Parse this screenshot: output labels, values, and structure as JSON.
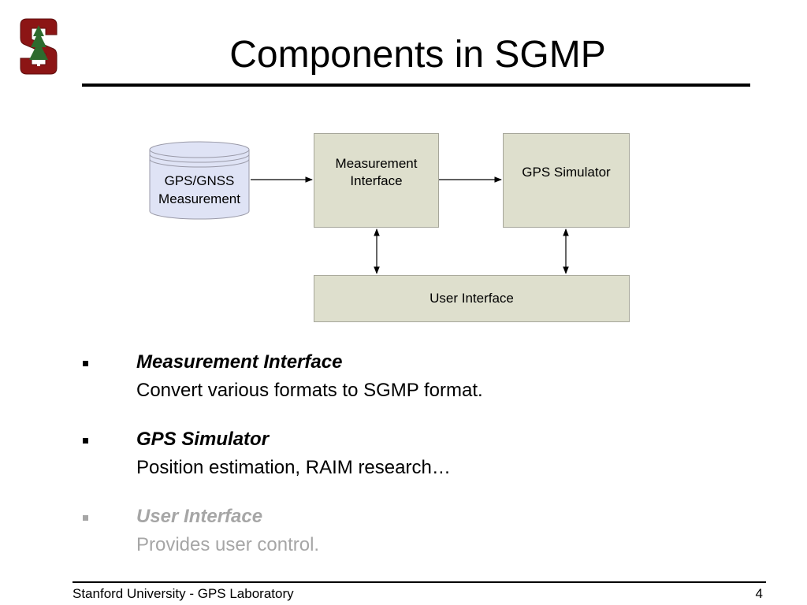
{
  "slide": {
    "title": "Components in SGMP",
    "logo": "stanford-s-tree-logo"
  },
  "diagram": {
    "data_source": [
      "GPS/GNSS",
      "Measurement"
    ],
    "measurement_interface": [
      "Measurement",
      "Interface"
    ],
    "gps_simulator": "GPS Simulator",
    "user_interface": "User Interface"
  },
  "bullets": [
    {
      "heading": "Measurement Interface",
      "body": "Convert various formats to SGMP format.",
      "color": "#000000"
    },
    {
      "heading": "GPS Simulator",
      "body": "Position estimation, RAIM research…",
      "color": "#000000"
    },
    {
      "heading": "User Interface",
      "body": "Provides user control.",
      "color": "#a6a6a6"
    }
  ],
  "footer": {
    "organization": "Stanford University - GPS Laboratory",
    "page_number": "4"
  }
}
